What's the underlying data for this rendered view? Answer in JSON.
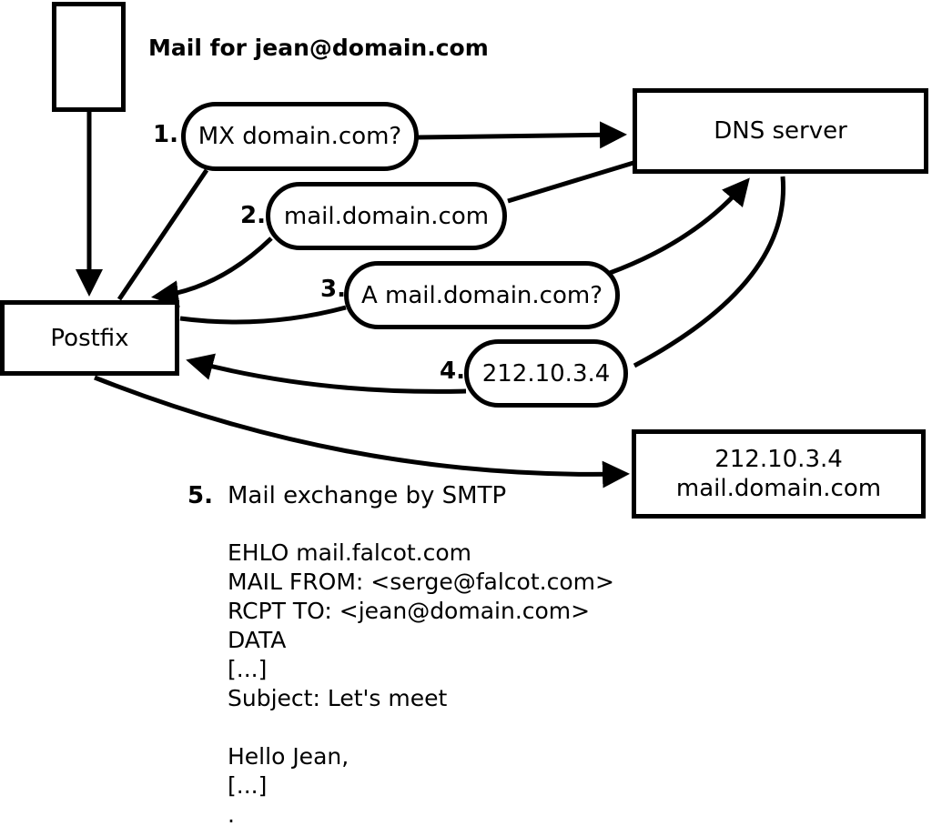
{
  "diagram": {
    "header": "Mail for jean@domain.com",
    "nodes": {
      "sender_icon": "envelope",
      "postfix": {
        "label": "Postfix"
      },
      "dns": {
        "label": "DNS server"
      },
      "target": {
        "line1": "212.10.3.4",
        "line2": "mail.domain.com"
      }
    },
    "steps": [
      {
        "num": "1.",
        "label": "MX domain.com?"
      },
      {
        "num": "2.",
        "label": "mail.domain.com"
      },
      {
        "num": "3.",
        "label": "A mail.domain.com?"
      },
      {
        "num": "4.",
        "label": "212.10.3.4"
      },
      {
        "num": "5.",
        "label": "Mail exchange by SMTP"
      }
    ],
    "smtp_session": [
      "EHLO mail.falcot.com",
      "MAIL FROM: <serge@falcot.com>",
      "RCPT TO: <jean@domain.com>",
      "DATA",
      "[...]",
      "Subject: Let's meet",
      "",
      "Hello Jean,",
      "[...]",
      "."
    ],
    "colors": {
      "stroke": "#000000",
      "background": "#ffffff"
    }
  }
}
